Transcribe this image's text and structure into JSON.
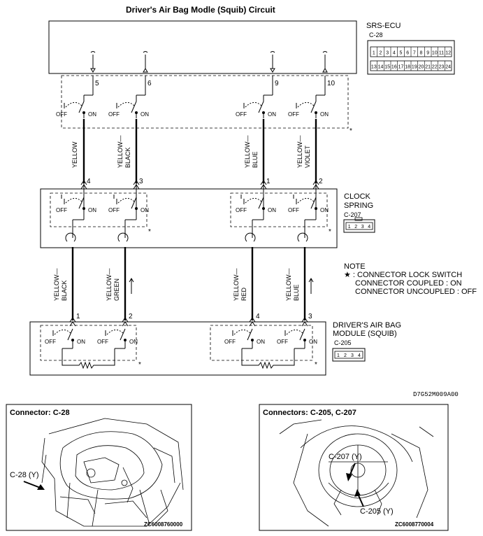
{
  "title": "Driver's Air Bag Modle (Squib) Circuit",
  "srs_ecu": {
    "label": "SRS-ECU",
    "connector": "C-28",
    "pins_top": [
      "1",
      "2",
      "3",
      "4",
      "5",
      "6",
      "7",
      "8",
      "9",
      "10",
      "11",
      "12"
    ],
    "pins_bottom": [
      "13",
      "14",
      "15",
      "16",
      "17",
      "18",
      "19",
      "20",
      "21",
      "22",
      "23",
      "24"
    ],
    "pin_numbers": [
      "5",
      "6",
      "9",
      "10"
    ]
  },
  "switch_labels": {
    "off": "OFF",
    "on": "ON",
    "asterisk": "*"
  },
  "wires_upper": [
    {
      "line1": "YELLOW",
      "line2": "",
      "pin": "4"
    },
    {
      "line1": "YELLOW—",
      "line2": "BLACK",
      "pin": "3"
    },
    {
      "line1": "YELLOW—",
      "line2": "BLUE",
      "pin": "1"
    },
    {
      "line1": "YELLOW—",
      "line2": "VIOLET",
      "pin": "2"
    }
  ],
  "clock_spring": {
    "line1": "CLOCK",
    "line2": "SPRING",
    "connector": "C-207",
    "pins": [
      "1",
      "2",
      "3",
      "4"
    ]
  },
  "wires_lower": [
    {
      "line1": "YELLOW—",
      "line2": "BLACK",
      "pin": "1"
    },
    {
      "line1": "YELLOW—",
      "line2": "GREEN",
      "pin": "2"
    },
    {
      "line1": "YELLOW—",
      "line2": "RED",
      "pin": "4"
    },
    {
      "line1": "YELLOW—",
      "line2": "BLUE",
      "pin": "3"
    }
  ],
  "note": {
    "title": "NOTE",
    "line1": "★ : CONNECTOR LOCK SWITCH",
    "line2": "CONNECTOR COUPLED : ON",
    "line3": "CONNECTOR UNCOUPLED : OFF"
  },
  "airbag_module": {
    "line1": "DRIVER'S AIR BAG",
    "line2": "MODULE (SQUIB)",
    "connector": "C-205",
    "pins": [
      "1",
      "2",
      "3",
      "4"
    ]
  },
  "diagram_code": "D7G52M009A00",
  "panel_left": {
    "title": "Connector: C-28",
    "callout": "C-28 (Y)",
    "code": "ZC6008760000"
  },
  "panel_right": {
    "title": "Connectors: C-205, C-207",
    "callout1": "C-207 (Y)",
    "callout2": "C-205 (Y)",
    "code": "ZC6008770004"
  }
}
